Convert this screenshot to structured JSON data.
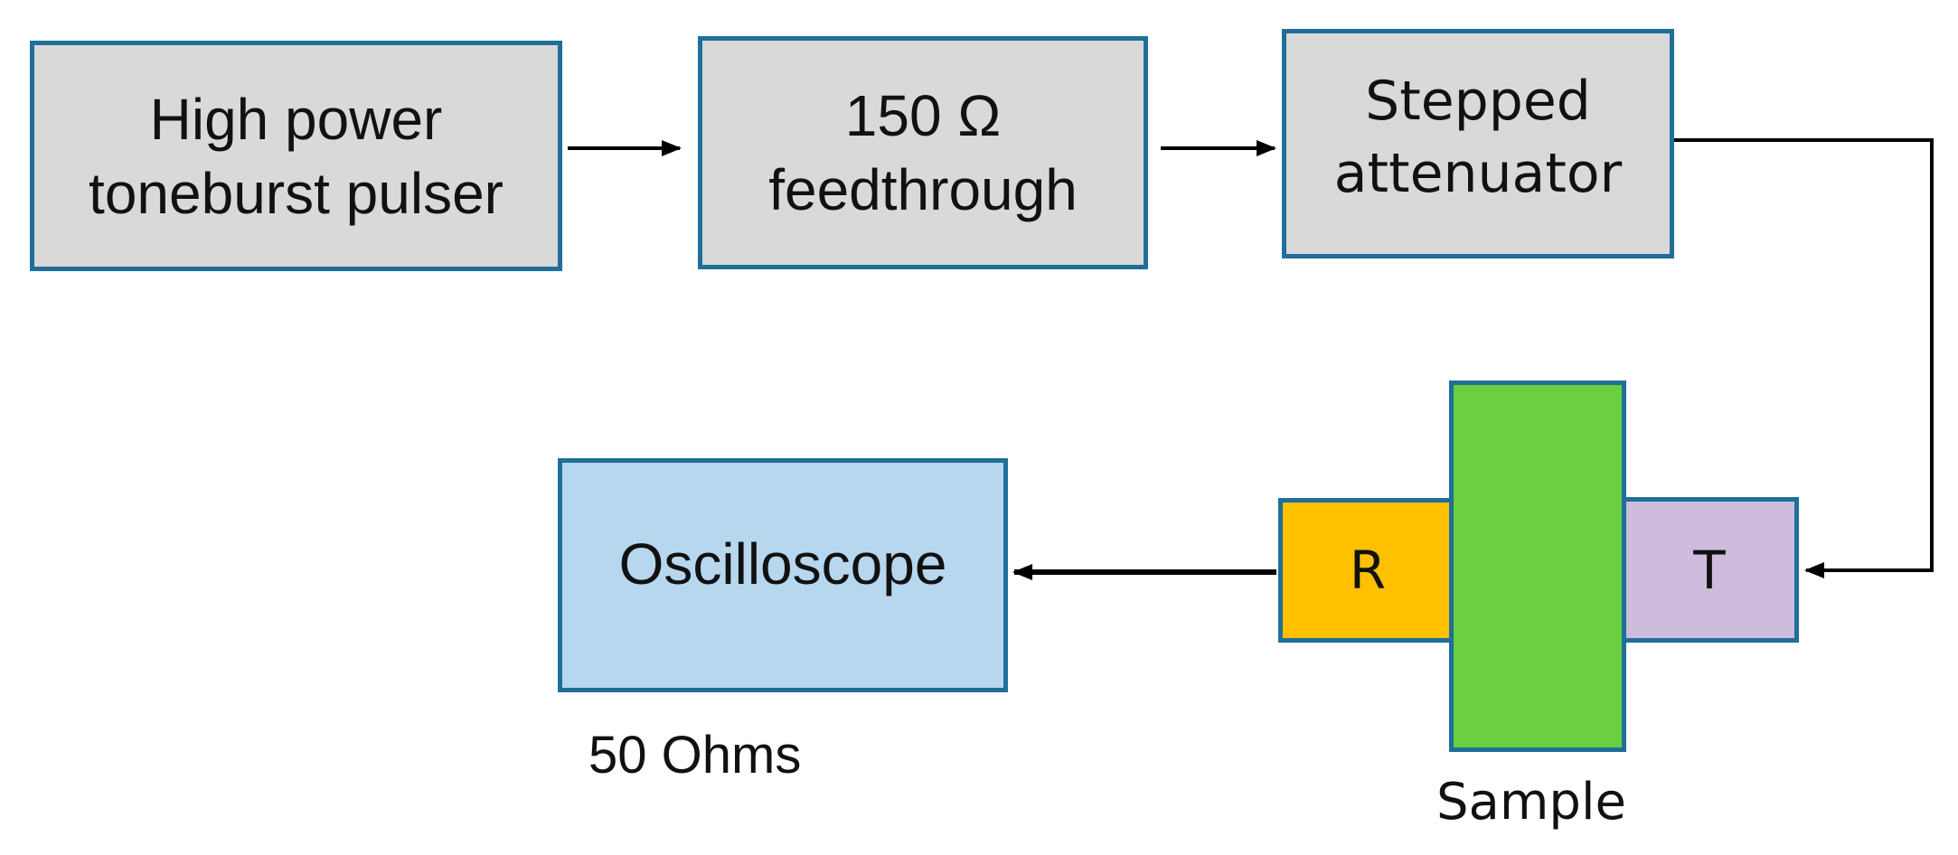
{
  "diagram": {
    "colors": {
      "border": "#1f6f9a",
      "gray_fill": "#d9d9d9",
      "oscilloscope_fill": "#b6d7ee",
      "receiver_fill": "#ffc000",
      "transmitter_fill": "#cdbcdb",
      "sample_fill": "#6ccf3f",
      "arrow": "#000000"
    },
    "nodes": {
      "pulser": {
        "line1": "High power",
        "line2": "toneburst pulser"
      },
      "feedthrough": {
        "line1": "150 Ω",
        "line2": "feedthrough"
      },
      "attenuator": {
        "line1": "Stepped",
        "line2": "attenuator"
      },
      "oscilloscope": {
        "label": "Oscilloscope",
        "impedance": "50 Ohms"
      },
      "receiver": {
        "label": "R"
      },
      "transmitter": {
        "label": "T"
      },
      "sample": {
        "label": "Sample"
      }
    },
    "connections": [
      {
        "from": "pulser",
        "to": "feedthrough"
      },
      {
        "from": "feedthrough",
        "to": "attenuator"
      },
      {
        "from": "attenuator",
        "to": "transmitter"
      },
      {
        "from": "receiver",
        "to": "oscilloscope"
      }
    ]
  }
}
